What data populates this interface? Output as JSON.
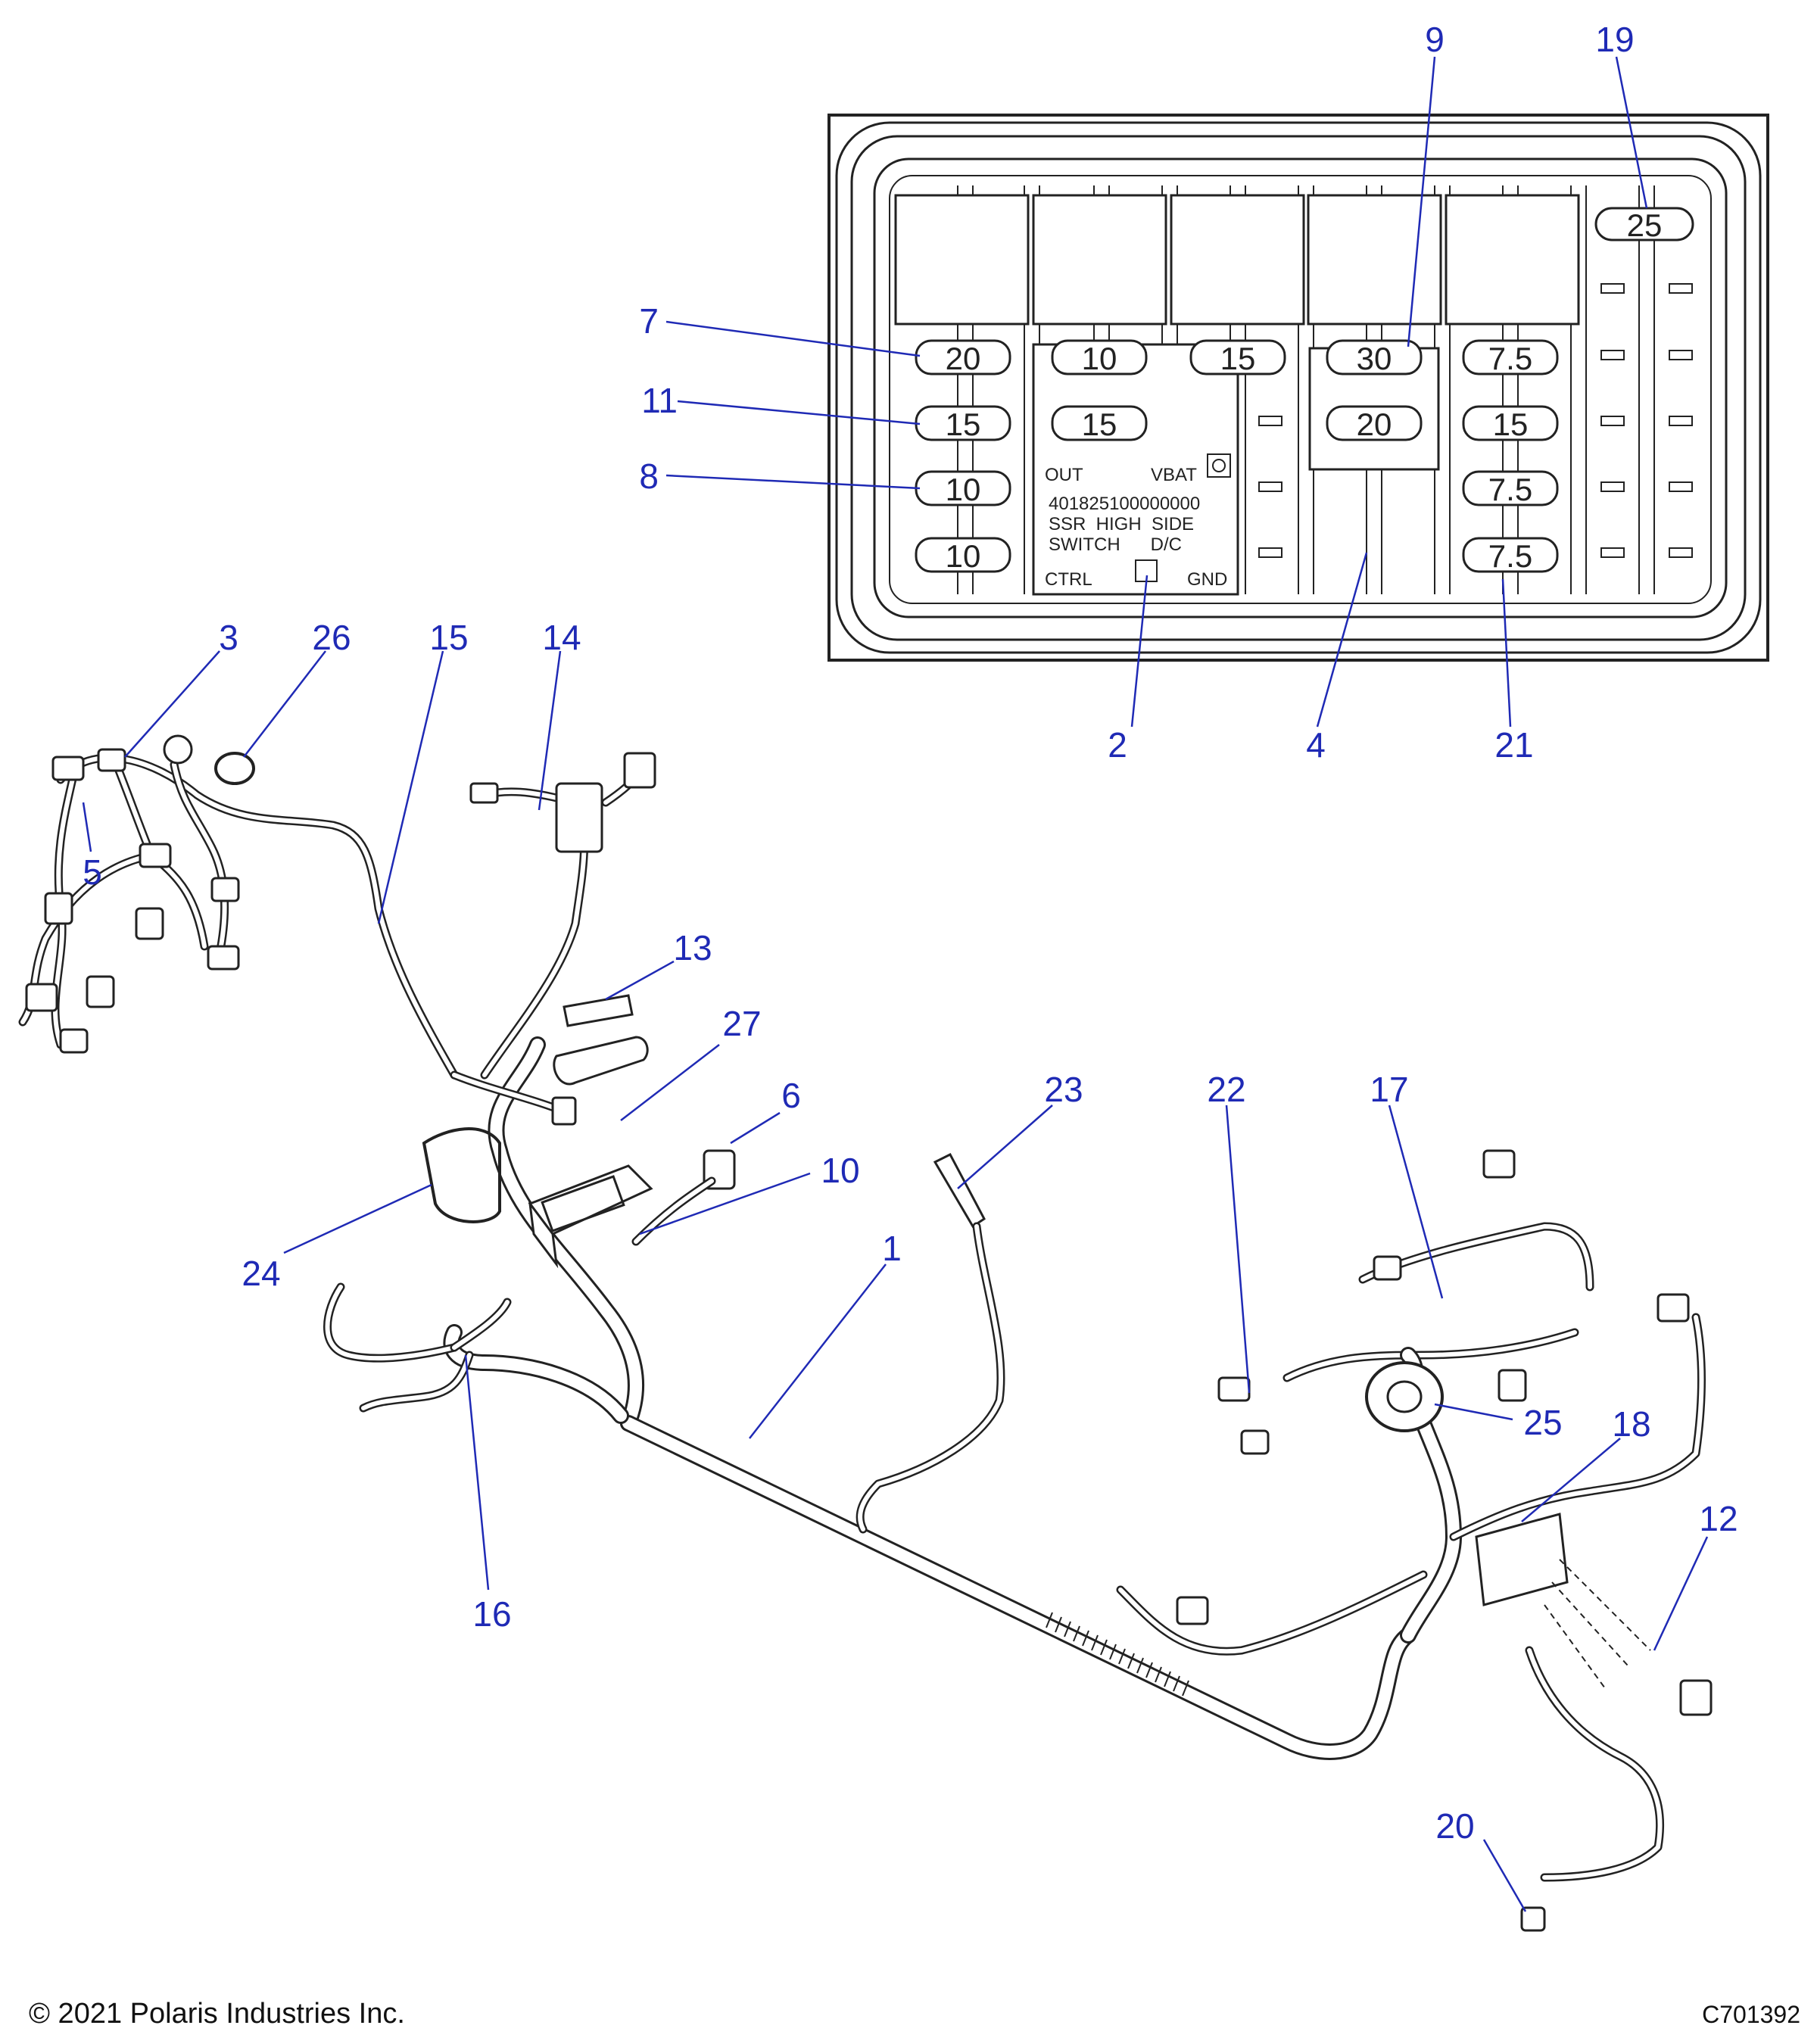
{
  "fuse_box": {
    "top_right_fuse": "25",
    "row1": [
      "20",
      "10",
      "15",
      "30",
      "7.5"
    ],
    "row2": [
      "15",
      "15",
      "20",
      "15"
    ],
    "row3": [
      "10",
      "7.5"
    ],
    "row4": [
      "10",
      "7.5"
    ],
    "relay_label": {
      "out": "OUT",
      "vbat": "VBAT",
      "part_number": "401825100000000",
      "line1": "SSR  HIGH  SIDE",
      "line2": "SWITCH      D/C",
      "ctrl": "CTRL",
      "gnd": "GND"
    }
  },
  "callouts": {
    "c1": "1",
    "c2": "2",
    "c3": "3",
    "c4": "4",
    "c5": "5",
    "c6": "6",
    "c7": "7",
    "c8": "8",
    "c9": "9",
    "c10": "10",
    "c11": "11",
    "c12": "12",
    "c13": "13",
    "c14": "14",
    "c15": "15",
    "c16": "16",
    "c17": "17",
    "c18": "18",
    "c19": "19",
    "c20": "20",
    "c21": "21",
    "c22": "22",
    "c23": "23",
    "c24": "24",
    "c25": "25",
    "c26": "26",
    "c27": "27"
  },
  "footer": {
    "copyright": "© 2021 Polaris Industries Inc.",
    "drawing_id": "C701392"
  },
  "colors": {
    "callout": "#1f2ab5",
    "linework": "#222222",
    "background": "#ffffff"
  }
}
